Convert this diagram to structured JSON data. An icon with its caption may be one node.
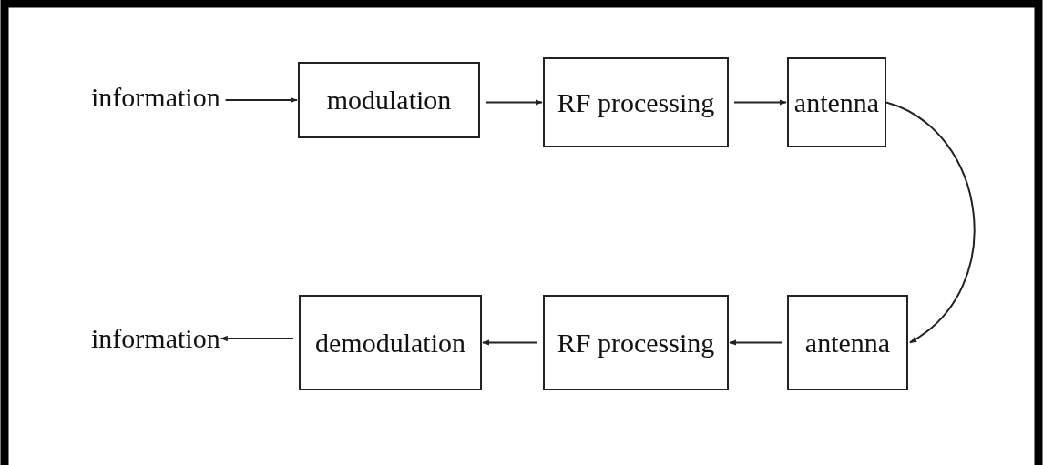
{
  "diagram": {
    "nodes": [
      {
        "text": [
          "information"
        ]
      },
      {
        "text": [
          "modulation"
        ]
      },
      {
        "text": [
          "RF processing"
        ]
      },
      {
        "text": [
          "antenna"
        ]
      },
      {
        "text": [
          "antenna"
        ]
      },
      {
        "text": [
          "RF processing"
        ]
      },
      {
        "text": [
          "demodulation"
        ]
      },
      {
        "text": [
          "information"
        ]
      }
    ],
    "edges": [
      {
        "from": 0,
        "to": 1,
        "arrow": "to"
      },
      {
        "from": 1,
        "to": 2,
        "arrow": "to"
      },
      {
        "from": 2,
        "to": 3,
        "arrow": "to"
      },
      {
        "from": 3,
        "to": 4,
        "arrow": "to"
      },
      {
        "from": 4,
        "to": 5,
        "arrow": "to"
      },
      {
        "from": 5,
        "to": 6,
        "arrow": "to"
      },
      {
        "from": 6,
        "to": 7,
        "arrow": "to"
      }
    ]
  }
}
